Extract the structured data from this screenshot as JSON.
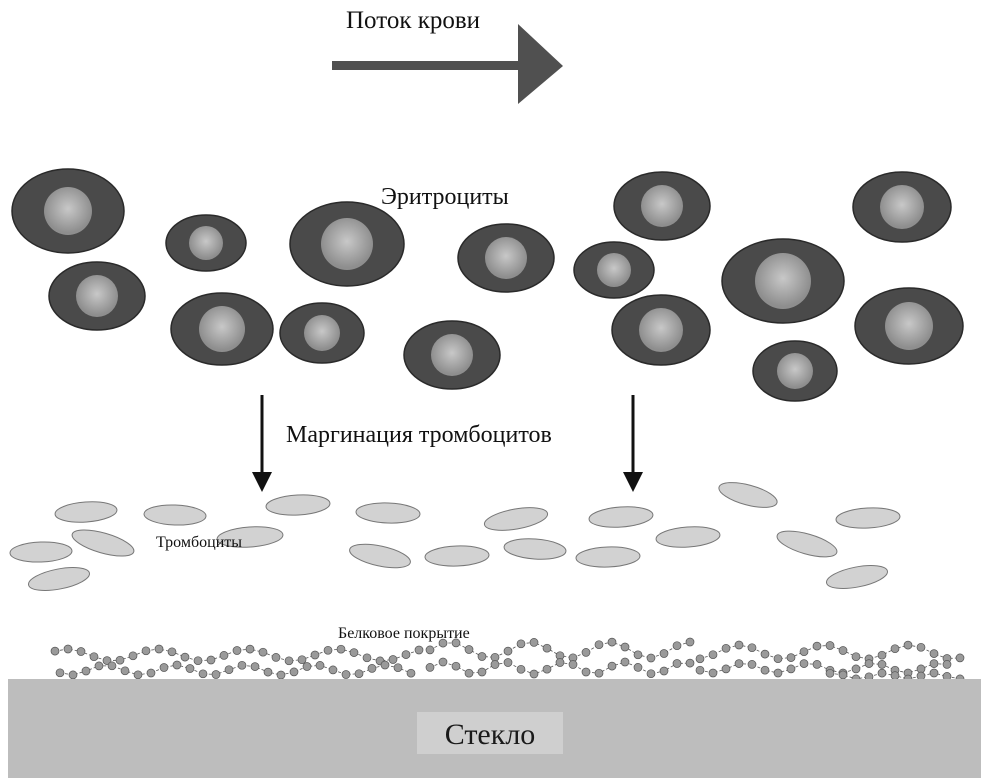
{
  "labels": {
    "blood_flow": "Поток крови",
    "erythrocytes": "Эритроциты",
    "margination": "Маргинация тромбоцитов",
    "platelets": "Тромбоциты",
    "protein_coating": "Белковое покрытие",
    "glass": "Стекло"
  },
  "colors": {
    "erythrocyte_rim": "#4a4a4a",
    "erythrocyte_center": "#b0b0b0",
    "platelet_fill": "#d2d2d2",
    "platelet_stroke": "#777777",
    "protein_bead": "#9a9a9a",
    "glass": "#bdbdbd",
    "arrow": "#505050"
  }
}
